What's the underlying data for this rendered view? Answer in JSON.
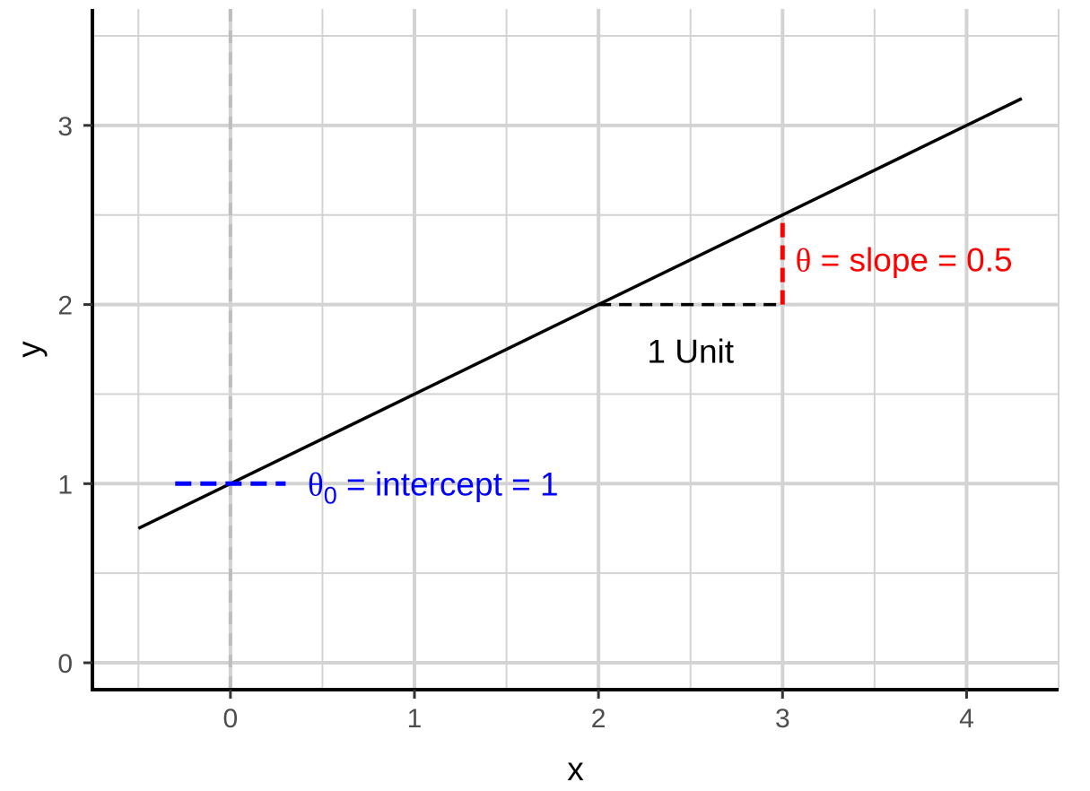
{
  "chart_data": {
    "type": "line",
    "title": "",
    "xlabel": "x",
    "ylabel": "y",
    "xlim": [
      -0.75,
      4.5
    ],
    "ylim": [
      -0.15,
      3.65
    ],
    "x_ticks": [
      0,
      1,
      2,
      3,
      4
    ],
    "y_ticks": [
      0,
      1,
      2,
      3
    ],
    "x_tick_labels": [
      "0",
      "1",
      "2",
      "3",
      "4"
    ],
    "y_tick_labels": [
      "0",
      "1",
      "2",
      "3"
    ],
    "grid": true,
    "series": [
      {
        "x": [
          -0.5,
          4.3
        ],
        "y": [
          0.75,
          3.15
        ],
        "color": "#000000"
      }
    ],
    "annotations": {
      "intercept": {
        "x_from": -0.3,
        "x_to": 0.3,
        "y": 1,
        "color": "#0000ff",
        "symbol": "θ",
        "subscript": "0",
        "text": " = intercept = 1",
        "text_x": 0.42,
        "text_y": 1
      },
      "run": {
        "x_from": 2,
        "x_to": 3,
        "y": 2,
        "color": "#000000",
        "label": "1 Unit",
        "label_x": 2.5,
        "label_y": 1.74
      },
      "rise": {
        "x": 3,
        "y_from": 2,
        "y_to": 2.5,
        "color": "#ff0000",
        "symbol": "θ",
        "text": " = slope = 0.5",
        "text_x": 3.07,
        "text_y": 2.25
      }
    }
  }
}
